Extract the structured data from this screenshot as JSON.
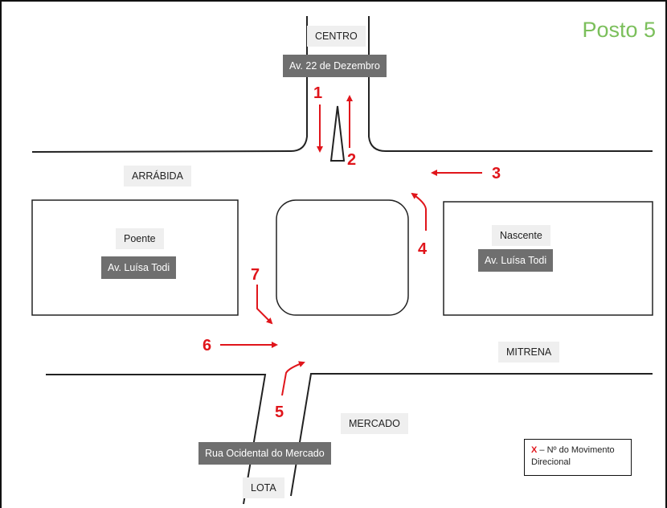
{
  "title": "Posto 5",
  "labels": {
    "centro": "CENTRO",
    "av22": "Av. 22 de Dezembro",
    "arrabida": "ARRÁBIDA",
    "poente": "Poente",
    "av_luisa_todi_w": "Av. Luísa Todi",
    "nascente": "Nascente",
    "av_luisa_todi_e": "Av. Luísa Todi",
    "mitrena": "MITRENA",
    "mercado": "MERCADO",
    "rua_ocidental": "Rua Ocidental do Mercado",
    "lota": "LOTA"
  },
  "movements": [
    "1",
    "2",
    "3",
    "4",
    "5",
    "6",
    "7"
  ],
  "legend": {
    "symbol": "X",
    "text": " – Nº do Movimento Direcional"
  },
  "colors": {
    "arrow": "#e0151b",
    "title": "#7bbf5b",
    "dark_label": "#6f6f6f",
    "light_label": "#efefef"
  }
}
